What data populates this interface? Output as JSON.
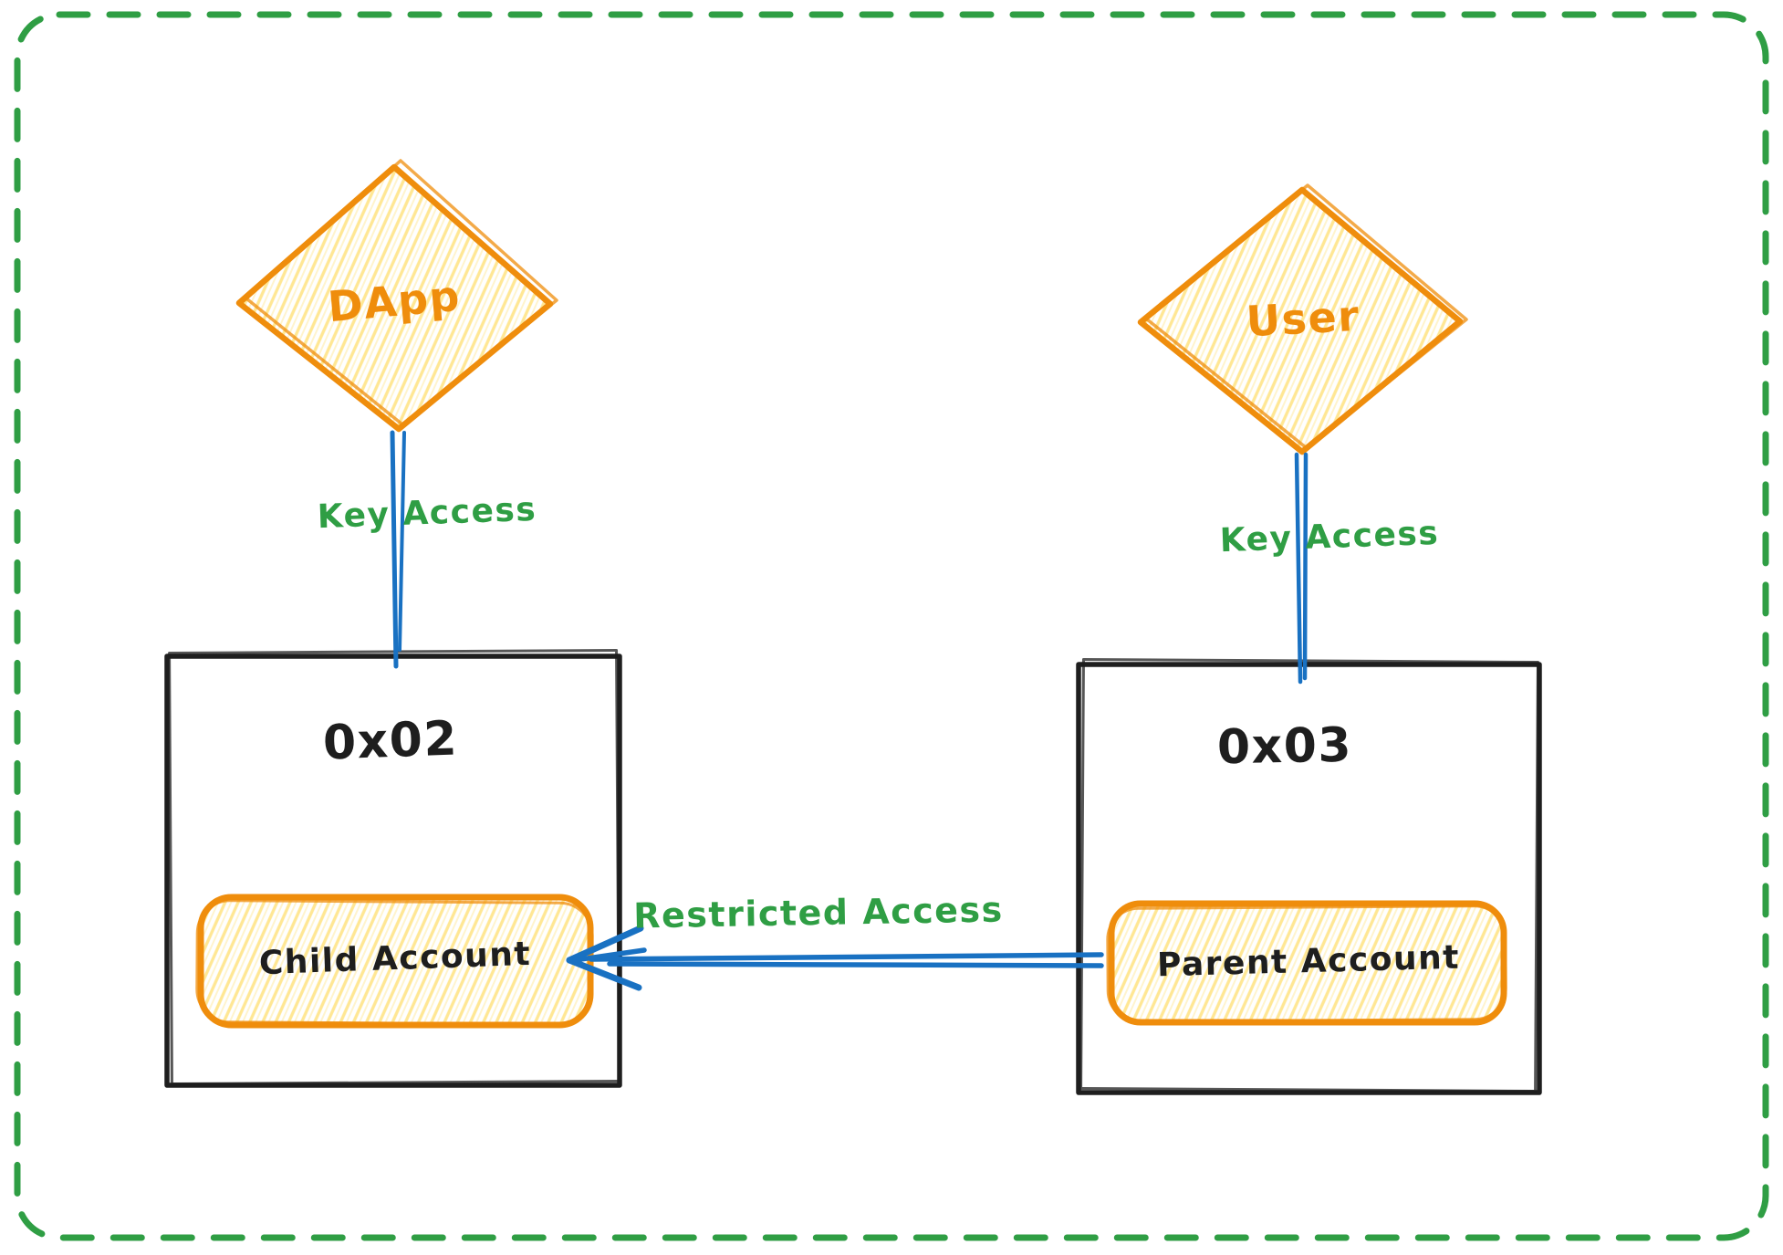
{
  "colors": {
    "c-orange": "#ef8d0c",
    "c-hatch": "#ffd43b",
    "c-green": "#2f9e44",
    "c-blue": "#1971c2",
    "c-ink": "#1e1e1e",
    "c-bg": "#ffffff"
  },
  "nodes": {
    "dapp": {
      "label": "DApp"
    },
    "user": {
      "label": "User"
    },
    "child_wallet": {
      "address": "0x02",
      "account": "Child Account"
    },
    "parent_wallet": {
      "address": "0x03",
      "account": "Parent Account"
    }
  },
  "edges": {
    "dapp_key": {
      "label": "Key Access"
    },
    "user_key": {
      "label": "Key Access"
    },
    "restricted": {
      "label": "Restricted Access"
    }
  }
}
